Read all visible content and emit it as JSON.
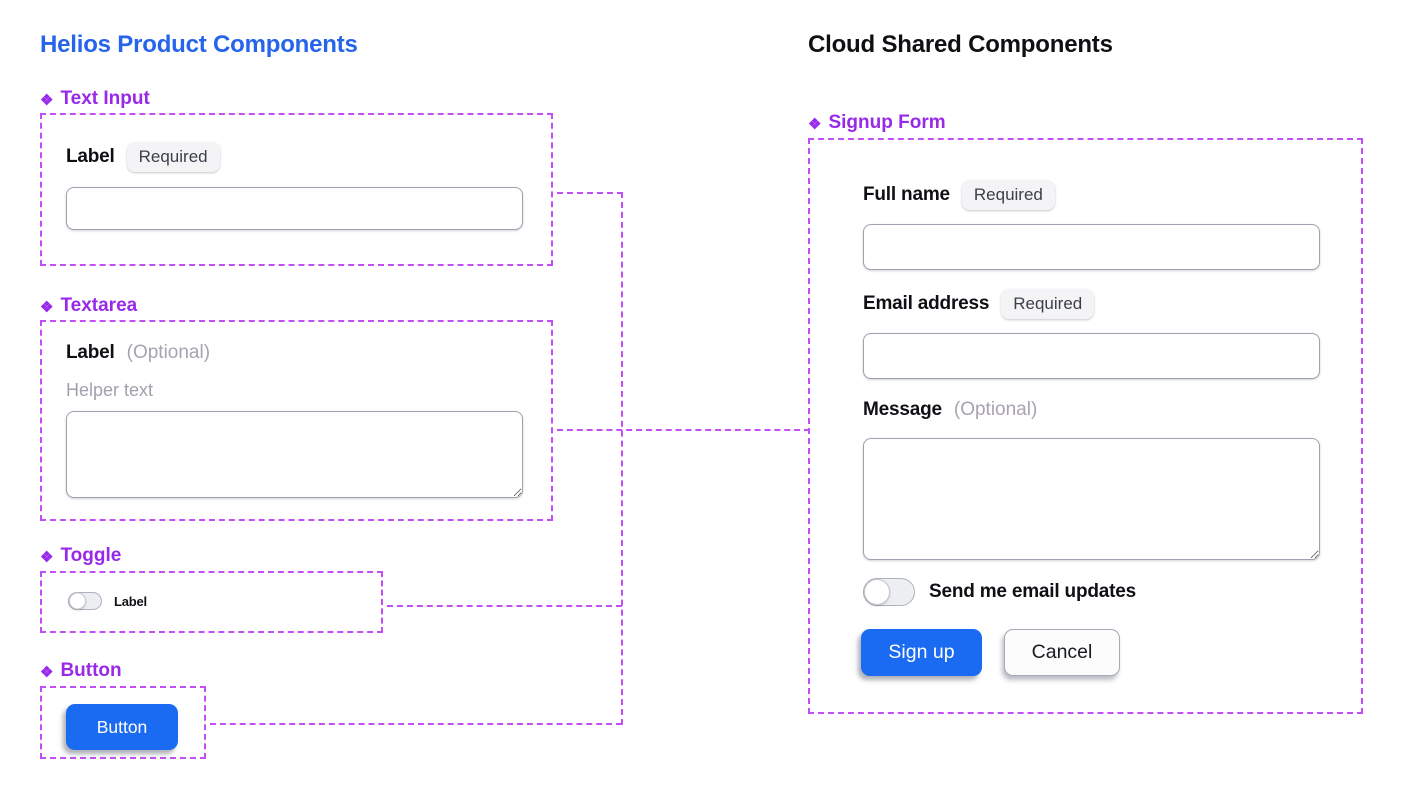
{
  "colors": {
    "title-blue": "#2564EB",
    "btn-blue": "#1A6BF2",
    "purple-label": "#9929E8",
    "purple-dash": "#C44EF5"
  },
  "icons": {
    "component_glyph": "❖"
  },
  "left": {
    "title": "Helios Product Components",
    "text_input": {
      "section_label": "Text Input",
      "label": "Label",
      "badge": "Required",
      "value": "",
      "placeholder": ""
    },
    "textarea": {
      "section_label": "Textarea",
      "label": "Label",
      "optional": "(Optional)",
      "helper": "Helper text",
      "value": "",
      "placeholder": ""
    },
    "toggle": {
      "section_label": "Toggle",
      "label": "Label",
      "state": "off"
    },
    "button": {
      "section_label": "Button",
      "label": "Button"
    }
  },
  "right": {
    "title": "Cloud Shared Components",
    "signup_form": {
      "section_label": "Signup Form",
      "fields": [
        {
          "label": "Full name",
          "badge": "Required",
          "type": "input",
          "value": "",
          "placeholder": ""
        },
        {
          "label": "Email address",
          "badge": "Required",
          "type": "input",
          "value": "",
          "placeholder": ""
        },
        {
          "label": "Message",
          "optional": "(Optional)",
          "type": "textarea",
          "value": "",
          "placeholder": ""
        }
      ],
      "toggle_label": "Send me email updates",
      "toggle_state": "off",
      "primary_button": "Sign up",
      "secondary_button": "Cancel"
    }
  }
}
